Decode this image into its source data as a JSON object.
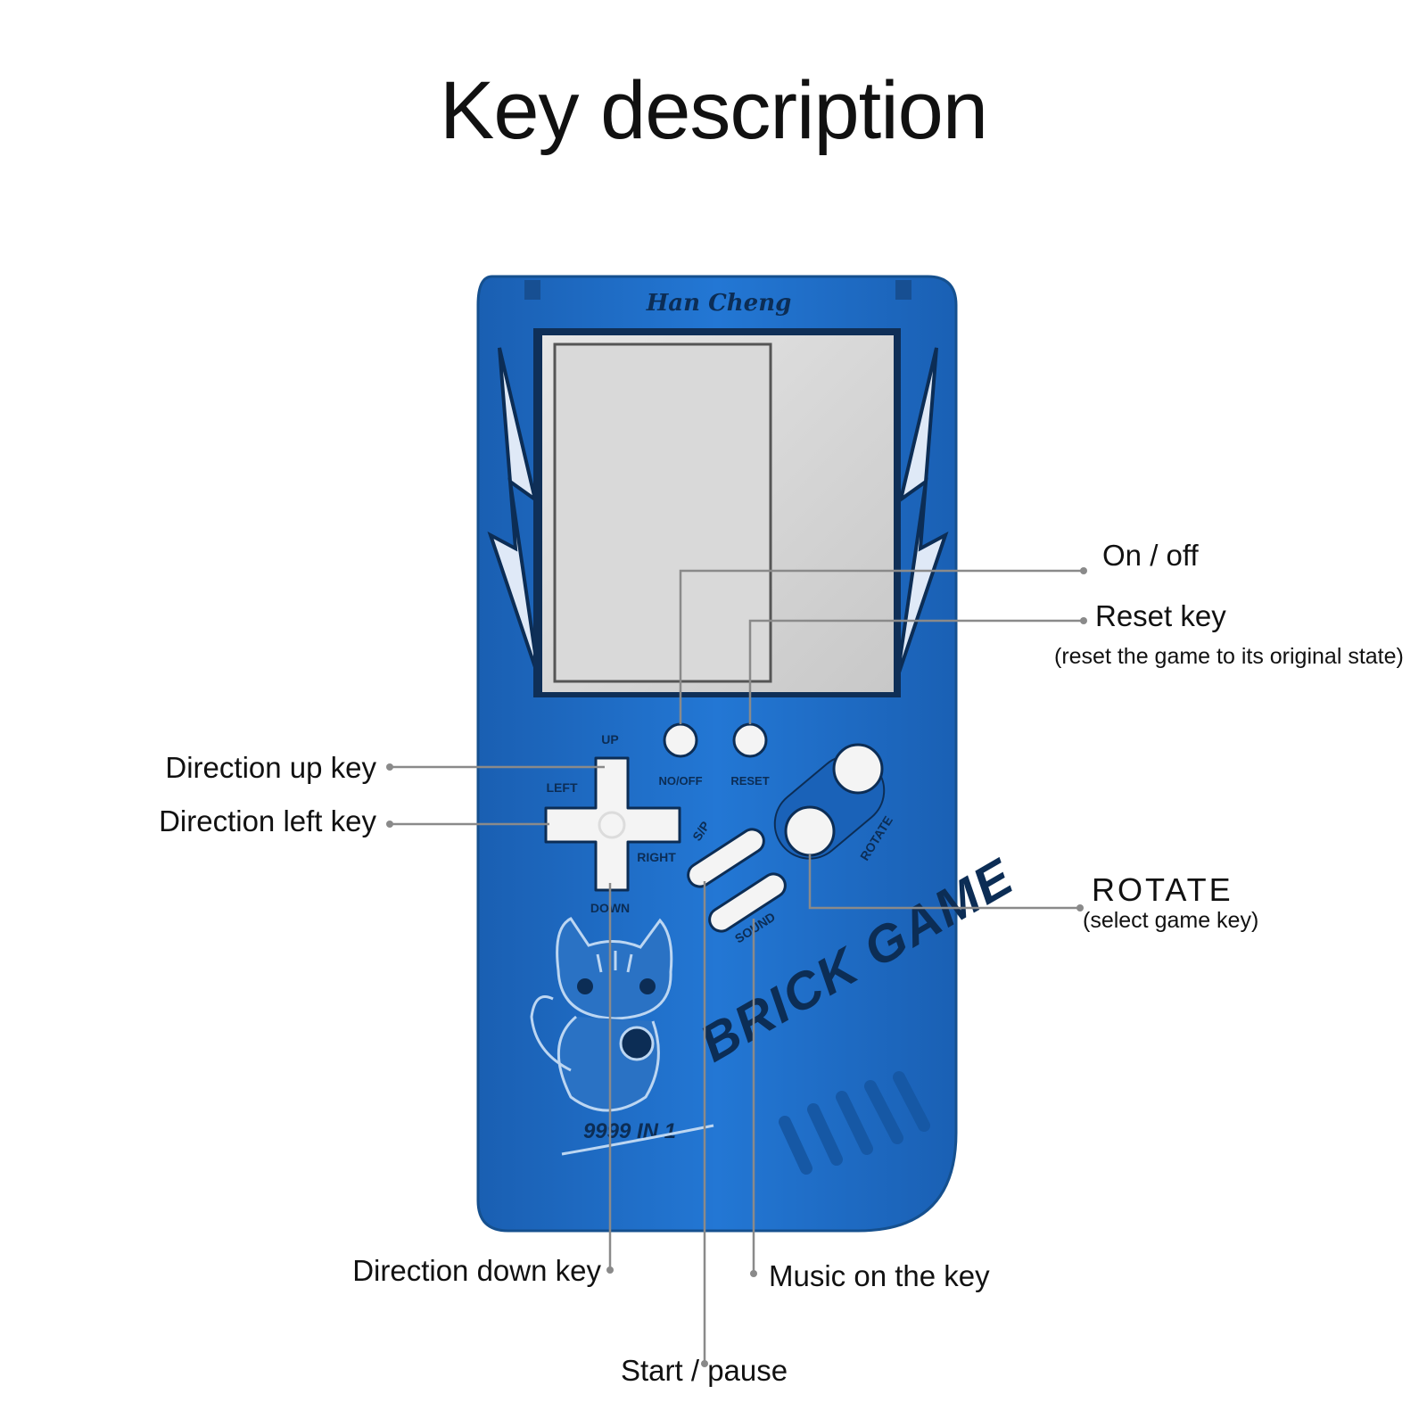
{
  "title": "Key description",
  "device": {
    "brand": "Han Cheng",
    "product_name": "BRICK GAME",
    "model": "9999 IN 1",
    "button_labels": {
      "up": "UP",
      "left": "LEFT",
      "right": "RIGHT",
      "down": "DOWN",
      "onoff": "NO/OFF",
      "reset": "RESET",
      "start_pause": "S/P",
      "sound": "SOUND",
      "rotate": "ROTATE"
    }
  },
  "callouts": {
    "on_off": "On / off",
    "reset": "Reset key",
    "reset_note": "(reset the game to its original state)",
    "up": "Direction up key",
    "left": "Direction left key",
    "rotate": "ROTATE",
    "rotate_note": "(select game key)",
    "down": "Direction down key",
    "music": "Music on the key",
    "start": "Start / pause"
  },
  "colors": {
    "body": "#1f6fc9",
    "button": "#f4f4f4",
    "screen": "#d7d7d7",
    "leader": "#888888"
  }
}
